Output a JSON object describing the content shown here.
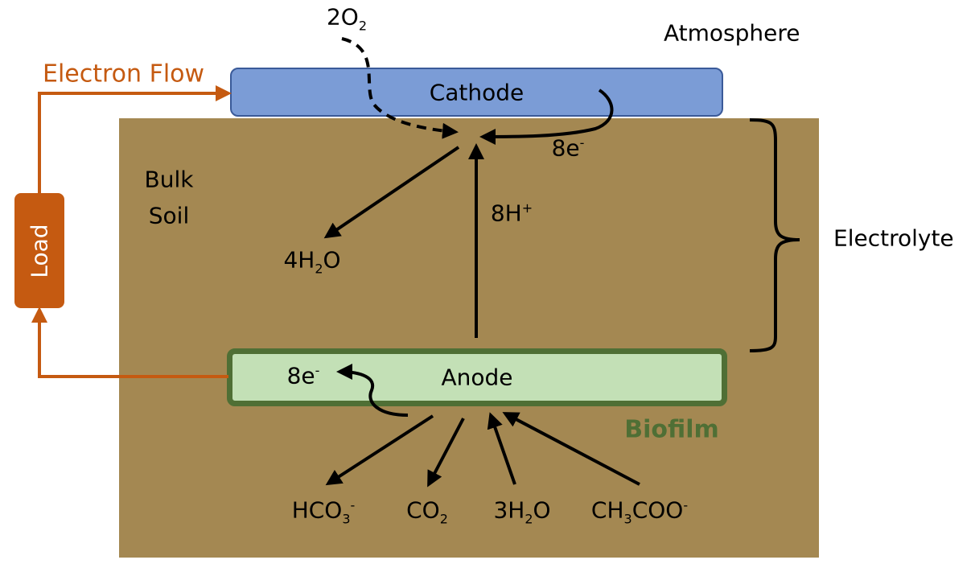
{
  "labels": {
    "o2_coef": "2O",
    "o2_sub": "2",
    "atmosphere": "Atmosphere",
    "electron_flow": "Electron Flow",
    "cathode": "Cathode",
    "load": "Load",
    "bulk_soil_line1": "Bulk",
    "bulk_soil_line2": "Soil",
    "cathode_electrons": "8e",
    "cathode_electrons_sup": "-",
    "protons": "8H",
    "protons_sup": "+",
    "water_product_pre": "4H",
    "water_product_sub": "2",
    "water_product_post": "O",
    "electrolyte": "Electrolyte",
    "anode": "Anode",
    "anode_electrons": "8e",
    "anode_electrons_sup": "-",
    "biofilm": "Biofilm",
    "bicarbonate_pre": "HCO",
    "bicarbonate_sub": "3",
    "bicarbonate_sup": "-",
    "co2_pre": "CO",
    "co2_sub": "2",
    "water_reactant_pre": "3H",
    "water_reactant_sub": "2",
    "water_reactant_post": "O",
    "acetate_pre": "CH",
    "acetate_sub": "3",
    "acetate_post": "COO",
    "acetate_sup": "-"
  },
  "colors": {
    "soil": "#a48852",
    "cathode": "#7b9cd6",
    "anode_fill": "#c3e0b6",
    "biofilm": "#4f6f35",
    "electron_flow": "#c55a11",
    "load": "#c55a11",
    "arrow": "#000000"
  }
}
